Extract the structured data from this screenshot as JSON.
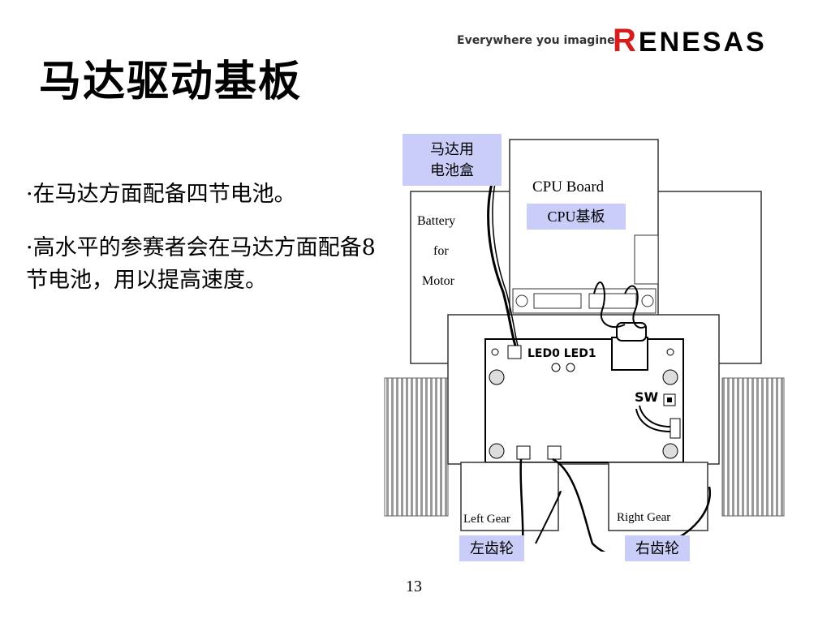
{
  "slide": {
    "title": "马达驱动基板",
    "page_number": "13",
    "bullets": [
      "·在马达方面配备四节电池。",
      "·高水平的参赛者会在马达方面配备8节电池，用以提高速度。"
    ]
  },
  "brand": {
    "tagline": "Everywhere you imagine.",
    "logo_text": "RENESAS",
    "accent_color": "#d61c1c"
  },
  "diagram": {
    "callout_battery_box": "马达用\n电池盒",
    "cpu_board_label": "CPU Board",
    "cpu_board_callout": "CPU基板",
    "battery_label": [
      "Battery",
      "for",
      "Motor"
    ],
    "led_label": "LED0 LED1",
    "sw_label": "SW",
    "left_gear_label": "Left Gear",
    "right_gear_label": "Right Gear",
    "left_gear_callout": "左齿轮",
    "right_gear_callout": "右齿轮",
    "callout_color": "#c9cdf7"
  }
}
